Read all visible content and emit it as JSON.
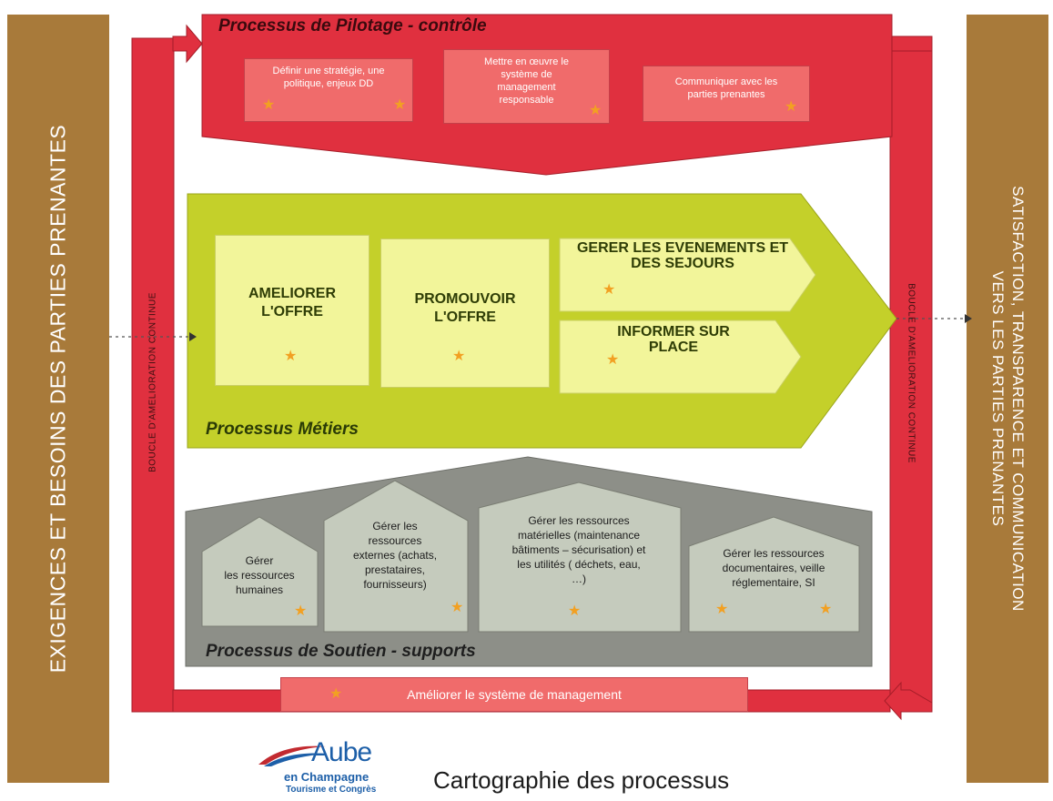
{
  "colors": {
    "side_panel": "#a87a3a",
    "pilotage": "#e0303f",
    "pilotage_box": "#f06b6b",
    "metiers": "#c4d02a",
    "metiers_box": "#f2f59a",
    "soutien": "#8d8f88",
    "soutien_box": "#c5cbbd",
    "star": "#f2a022",
    "loop": "#e0303f"
  },
  "left_panel": {
    "text": "EXIGENCES  ET BESOINS  DES PARTIES PRENANTES"
  },
  "right_panel": {
    "line1": "SATISFACTION, TRANSPARENCE ET COMMUNICATION",
    "line2": "VERS  LES PARTIES PRENANTES"
  },
  "pilotage": {
    "title": "Processus de Pilotage  - contrôle",
    "boxes": [
      {
        "text": "Définir une stratégie, une politique, enjeux DD"
      },
      {
        "text": "Mettre en œuvre le système de management responsable"
      },
      {
        "text": "Communiquer avec les parties prenantes"
      }
    ]
  },
  "metiers": {
    "title": "Processus Métiers",
    "boxes": [
      {
        "text": "AMELIORER L'OFFRE"
      },
      {
        "text": "PROMOUVOIR L'OFFRE"
      },
      {
        "text": "GERER LES EVENEMENTS  ET DES SEJOURS"
      },
      {
        "text": "INFORMER  SUR PLACE"
      }
    ]
  },
  "soutien": {
    "title": "Processus de Soutien - supports",
    "houses": [
      {
        "lines": [
          "Gérer",
          "les ressources",
          "humaines"
        ]
      },
      {
        "lines": [
          "Gérer les",
          "ressources",
          "externes (achats,",
          "prestataires,",
          "fournisseurs)"
        ]
      },
      {
        "lines": [
          "Gérer les ressources",
          "matérielles (maintenance",
          "bâtiments – sécurisation) et",
          "les utilités  ( déchets, eau,",
          "…)"
        ]
      },
      {
        "lines": [
          "Gérer les ressources",
          "documentaires, veille",
          "réglementaire, SI"
        ]
      }
    ]
  },
  "loop": {
    "left_label": "BOUCLE   D'AMELIORATION   CONTINUE",
    "right_label": "BOUCLE    D'AMELIORATION CONTINUE",
    "bottom_label": "Améliorer le système de management"
  },
  "logo": {
    "main": "Aube",
    "sub1": "en Champagne",
    "sub2": "Tourisme et Congrès"
  },
  "caption": "Cartographie des processus"
}
